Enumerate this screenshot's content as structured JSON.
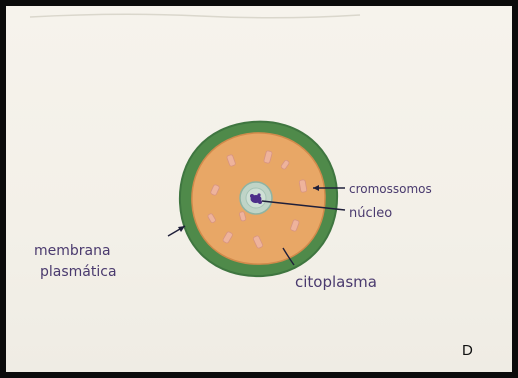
{
  "labels": {
    "chromosomes": "cromossomos",
    "nucleus": "núcleo",
    "membrane_line1": "membrana",
    "membrane_line2": "plasmática",
    "cytoplasm": "citoplasma"
  },
  "panel_letter": "D",
  "colors": {
    "membrane": "#4f8a4a",
    "cytoplasm": "#e8a766",
    "nucleus": "#bfd4c7",
    "chromosome": "#4d2f8a",
    "ink": "#4a3a6e"
  }
}
